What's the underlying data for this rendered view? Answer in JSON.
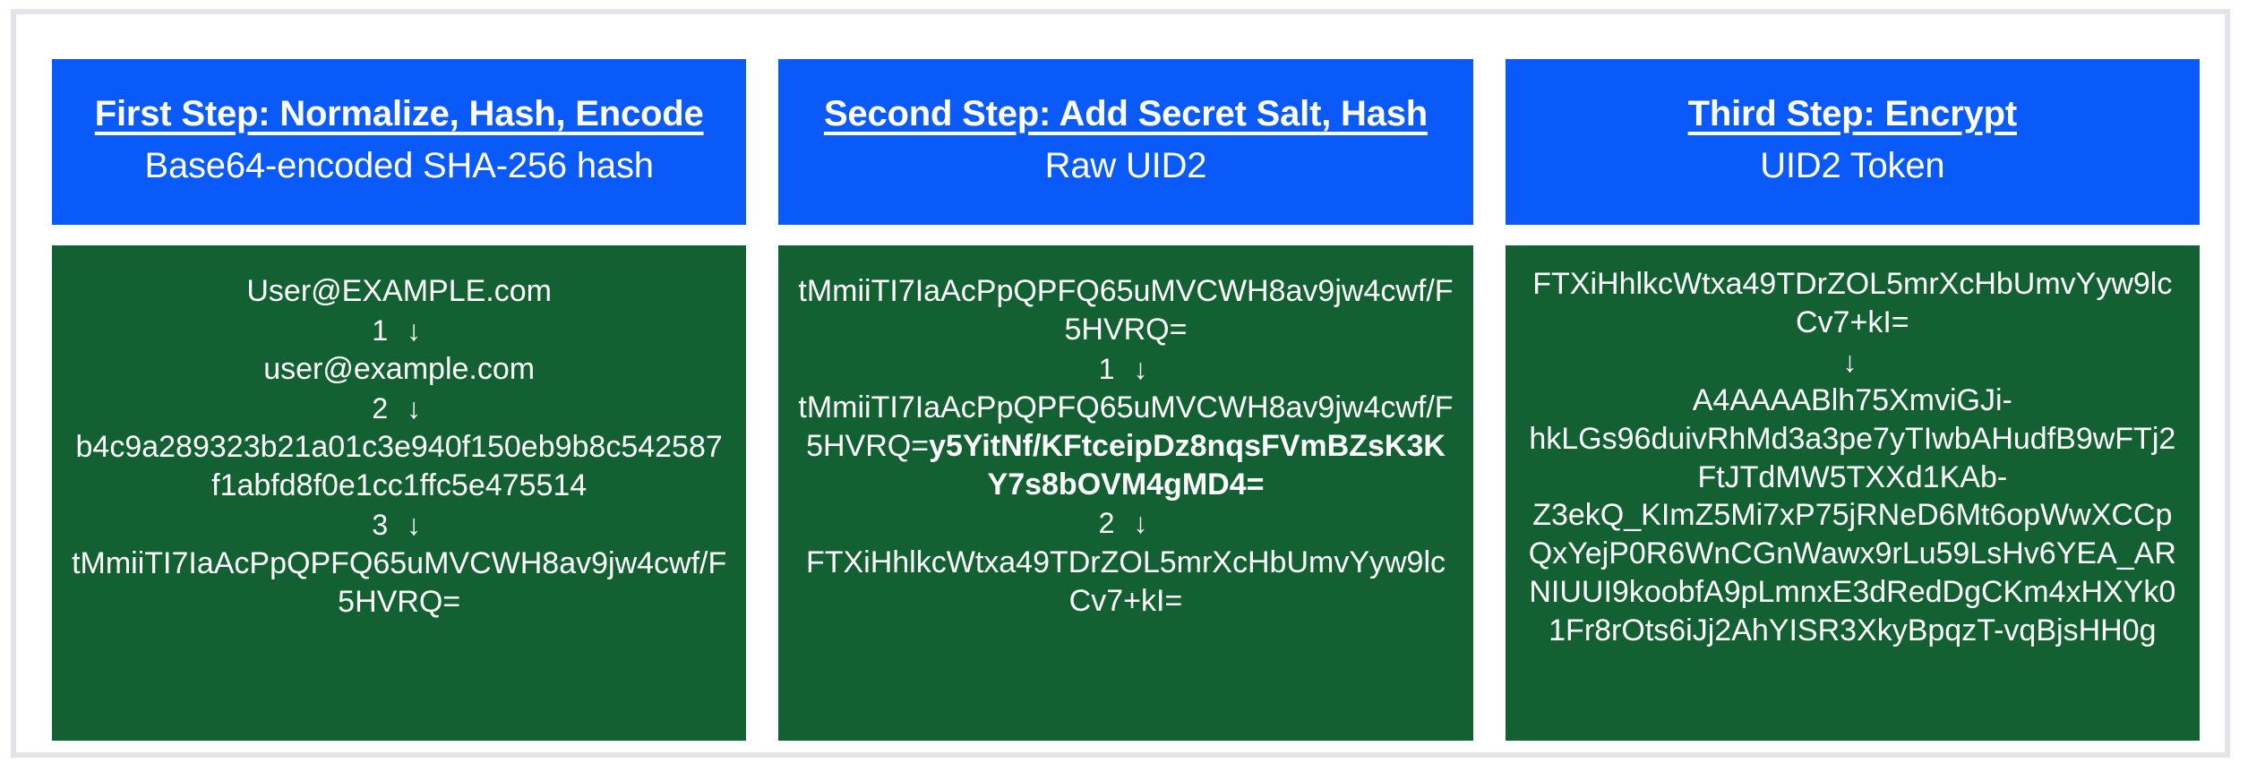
{
  "theme": {
    "header_bg": "#0a5afa",
    "body_bg": "#136132",
    "text_color": "#ffffff",
    "page_border": "#e2e4ea",
    "page_bg": "#ffffff"
  },
  "columns": [
    {
      "id": "first-step",
      "title": "First Step: Normalize, Hash, Encode",
      "subtitle": "Base64-encoded SHA-256 hash",
      "body": [
        {
          "kind": "value",
          "text": "User@EXAMPLE.com"
        },
        {
          "kind": "step",
          "text": "1 ↓"
        },
        {
          "kind": "value",
          "text": "user@example.com"
        },
        {
          "kind": "step",
          "text": "2 ↓"
        },
        {
          "kind": "value",
          "text": "b4c9a289323b21a01c3e940f150eb9b8c542587f1abfd8f0e1cc1ffc5e475514"
        },
        {
          "kind": "step",
          "text": "3 ↓"
        },
        {
          "kind": "value",
          "text": "tMmiiTI7IaAcPpQPFQ65uMVCWH8av9jw4cwf/F5HVRQ="
        }
      ]
    },
    {
      "id": "second-step",
      "title": "Second Step: Add Secret Salt, Hash",
      "subtitle": "Raw UID2",
      "body": [
        {
          "kind": "value",
          "text": "tMmiiTI7IaAcPpQPFQ65uMVCWH8av9jw4cwf/F5HVRQ="
        },
        {
          "kind": "step",
          "text": "1 ↓"
        },
        {
          "kind": "value-split",
          "text": "tMmiiTI7IaAcPpQPFQ65uMVCWH8av9jw4cwf/F5HVRQ=",
          "bold_text": "y5YitNf/KFtceipDz8nqsFVmBZsK3KY7s8bOVM4gMD4="
        },
        {
          "kind": "step",
          "text": "2 ↓"
        },
        {
          "kind": "value",
          "text": "FTXiHhlkcWtxa49TDrZOL5mrXcHbUmvYyw9lcCv7+kI="
        }
      ]
    },
    {
      "id": "third-step",
      "title": "Third Step: Encrypt",
      "subtitle": "UID2 Token",
      "body": [
        {
          "kind": "value",
          "text": "FTXiHhlkcWtxa49TDrZOL5mrXcHbUmvYyw9lcCv7+kI="
        },
        {
          "kind": "step",
          "text": "↓"
        },
        {
          "kind": "value",
          "text": "A4AAAABlh75XmviGJi-hkLGs96duivRhMd3a3pe7yTIwbAHudfB9wFTj2FtJTdMW5TXXd1KAb-Z3ekQ_KImZ5Mi7xP75jRNeD6Mt6opWwXCCpQxYejP0R6WnCGnWawx9rLu59LsHv6YEA_ARNIUUI9koobfA9pLmnxE3dRedDgCKm4xHXYk01Fr8rOts6iJj2AhYISR3XkyBpqzT-vqBjsHH0g"
        }
      ]
    }
  ]
}
